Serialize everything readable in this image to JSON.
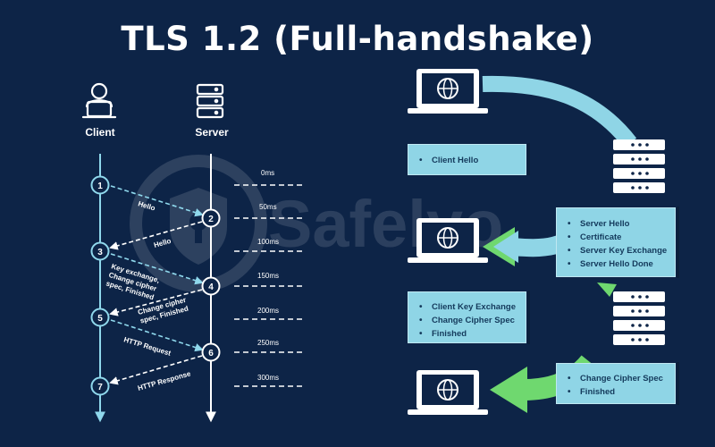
{
  "title": "TLS 1.2 (Full-handshake)",
  "watermark": "Safelyo",
  "colors": {
    "background": "#0d2447",
    "arrow": "#8fd8ec",
    "box": "#8fd5e6",
    "green": "#6fd86f"
  },
  "sequence": {
    "client_label": "Client",
    "server_label": "Server",
    "client_icon": "user-at-laptop-icon",
    "server_icon": "server-rack-icon",
    "steps": [
      "1",
      "2",
      "3",
      "4",
      "5",
      "6",
      "7"
    ],
    "messages": {
      "m1": "Hello",
      "m2": "Hello",
      "m3": [
        "Key exchange,",
        "Change cipher",
        "spec, Finished"
      ],
      "m4": [
        "Change cipher",
        "spec, Finished"
      ],
      "m5": "HTTP Request",
      "m6": "HTTP Response"
    },
    "timings": [
      "0ms",
      "50ms",
      "100ms",
      "150ms",
      "200ms",
      "250ms",
      "300ms"
    ]
  },
  "flow": {
    "laptop_icon": "laptop-globe-icon",
    "server_icon": "server-stack-icon",
    "box1": [
      "Client Hello"
    ],
    "box2": [
      "Server Hello",
      "Certificate",
      "Server Key Exchange",
      "Server Hello Done"
    ],
    "box3": [
      "Client Key Exchange",
      "Change Cipher Spec",
      "Finished"
    ],
    "box4": [
      "Change Cipher Spec",
      "Finished"
    ]
  }
}
